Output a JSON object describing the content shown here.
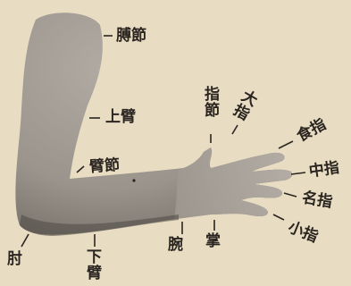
{
  "colors": {
    "paper": "#e8dcc2",
    "arm_light": "#a39d95",
    "arm_dark": "#6b6560",
    "ink": "#2a2520"
  },
  "labels": {
    "shoulder": "膊節",
    "upper_arm": "上臂",
    "elbow_joint": "臂節",
    "knuckle": "指節",
    "thumb": "大指",
    "index_finger": "食指",
    "middle_finger": "中指",
    "ring_finger": "名指",
    "little_finger": "小指",
    "elbow": "肘",
    "forearm": "下臂",
    "wrist": "腕",
    "palm": "掌"
  }
}
